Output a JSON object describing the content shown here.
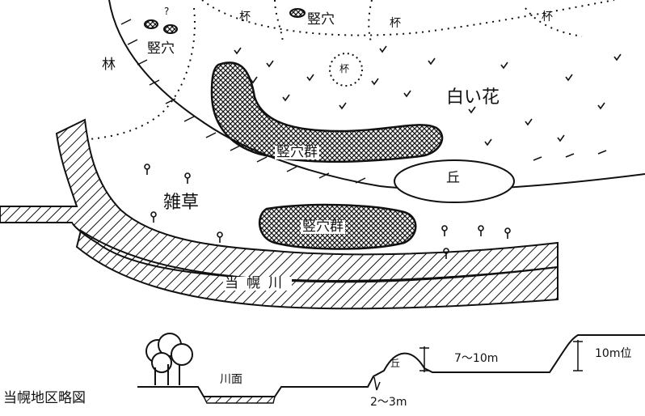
{
  "map": {
    "forest_top_1": "杯",
    "forest_top_2": "杯",
    "forest_top_3": "杯",
    "pits_top": "竪穴",
    "forest_left": "林",
    "pits_left": "竪穴",
    "question_mark": "?",
    "forest_circle": "杯",
    "white_flowers": "白い花",
    "pit_group_upper": "竪穴群",
    "hill": "丘",
    "weeds": "雑草",
    "pit_group_lower": "竪穴群",
    "river": "当幌川"
  },
  "profile": {
    "title": "当幌地区略図",
    "river_surface": "川面",
    "hill": "丘",
    "hill_height": "7～10m",
    "bank_height": "2～3m",
    "cliff_height": "10m位"
  }
}
